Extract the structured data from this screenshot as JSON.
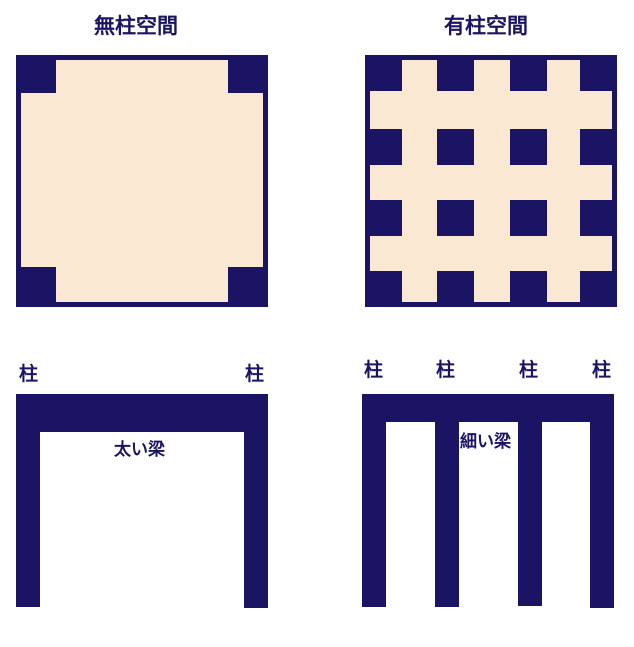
{
  "panels": {
    "column_free": {
      "title": "無柱空間"
    },
    "with_columns": {
      "title": "有柱空間"
    }
  },
  "frames": {
    "thick_beam": {
      "column_labels": [
        "柱",
        "柱"
      ],
      "beam_label": "太い梁"
    },
    "thin_beam": {
      "column_labels": [
        "柱",
        "柱",
        "柱",
        "柱"
      ],
      "beam_label": "細い梁"
    }
  },
  "colors": {
    "structure": "#1b1464",
    "floor_space": "#fbe8d3",
    "background": "#ffffff"
  }
}
